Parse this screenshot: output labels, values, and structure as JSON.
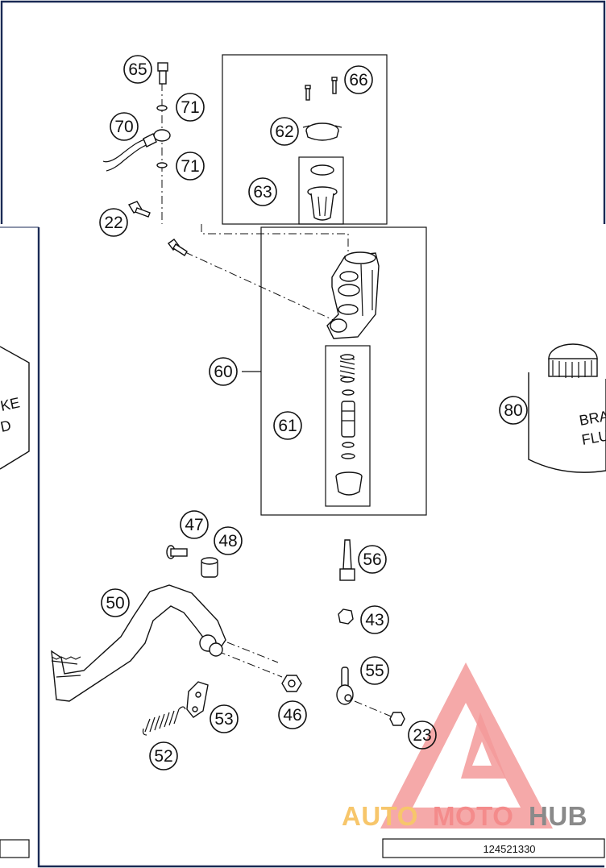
{
  "diagram": {
    "drawing_code": "124521330",
    "side_label_left": [
      "KE",
      "D"
    ],
    "can_label": [
      "BRAKE",
      "FLUID"
    ],
    "callouts": [
      {
        "id": "c65",
        "label": "65"
      },
      {
        "id": "c66",
        "label": "66"
      },
      {
        "id": "c71a",
        "label": "71"
      },
      {
        "id": "c70",
        "label": "70"
      },
      {
        "id": "c62",
        "label": "62"
      },
      {
        "id": "c71b",
        "label": "71"
      },
      {
        "id": "c63",
        "label": "63"
      },
      {
        "id": "c22",
        "label": "22"
      },
      {
        "id": "c60",
        "label": "60"
      },
      {
        "id": "c80",
        "label": "80"
      },
      {
        "id": "c61",
        "label": "61"
      },
      {
        "id": "c47",
        "label": "47"
      },
      {
        "id": "c48",
        "label": "48"
      },
      {
        "id": "c56",
        "label": "56"
      },
      {
        "id": "c50",
        "label": "50"
      },
      {
        "id": "c43",
        "label": "43"
      },
      {
        "id": "c55",
        "label": "55"
      },
      {
        "id": "c53",
        "label": "53"
      },
      {
        "id": "c46",
        "label": "46"
      },
      {
        "id": "c23",
        "label": "23"
      },
      {
        "id": "c52",
        "label": "52"
      }
    ]
  },
  "watermark": {
    "part1": "AUTO",
    "part2": "MOTO",
    "part3": "HUB",
    "color_auto": "#f7c66b",
    "color_moto": "#f48b8b",
    "color_hub": "#8a8a8a"
  }
}
